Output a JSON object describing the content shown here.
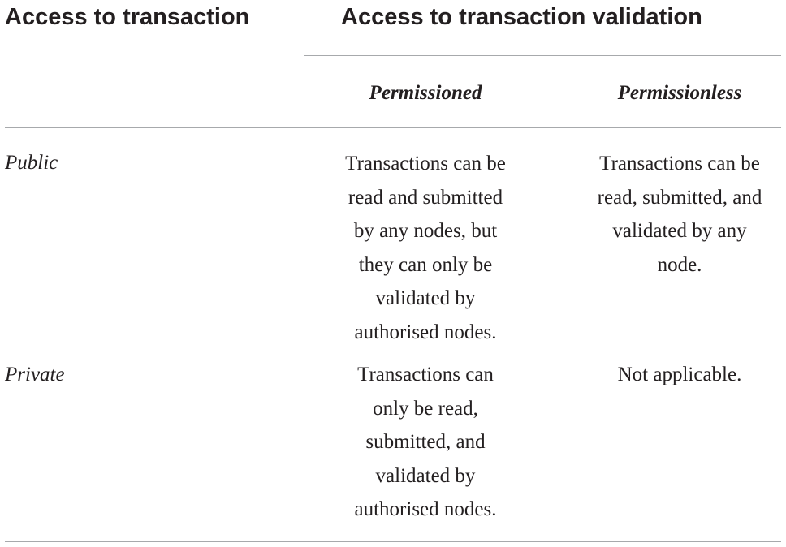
{
  "table": {
    "header": {
      "row_header": "Access to transaction",
      "group_header": "Access to transaction validation",
      "columns": [
        "Permissioned",
        "Permissionless"
      ]
    },
    "rows": [
      {
        "label": "Public",
        "cells": [
          [
            "Transactions can be",
            "read and submitted",
            "by any nodes, but",
            "they can only be",
            "validated by",
            "authorised nodes."
          ],
          [
            "Transactions can be",
            "read, submitted, and",
            "validated by any",
            "node."
          ]
        ]
      },
      {
        "label": "Private",
        "cells": [
          [
            "Transactions can",
            "only be read,",
            "submitted, and",
            "validated by",
            "authorised nodes."
          ],
          [
            "Not applicable."
          ]
        ]
      }
    ]
  }
}
